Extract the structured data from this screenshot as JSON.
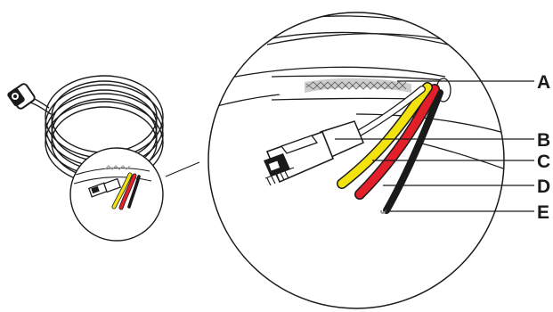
{
  "colors": {
    "outline": "#1a1a1a",
    "cable_fill": "#ffffff",
    "shield_gray": "#b8b8b8",
    "wire_yellow": "#f2e30f",
    "wire_red": "#e3202a",
    "wire_black": "#1a1a1a",
    "wire_drain": "#9a9a9a",
    "jack_fill": "#ffffff"
  },
  "icons": {
    "coiled_cable": "coiled-cable-icon",
    "rj45_plug": "rj45-connector-icon",
    "round_connector": "round-connector-icon"
  },
  "callouts": [
    {
      "id": "A",
      "label": "A",
      "part": "shield-braid"
    },
    {
      "id": "B",
      "label": "B",
      "part": "rj45-plug"
    },
    {
      "id": "C",
      "label": "C",
      "part": "yellow-wire"
    },
    {
      "id": "D",
      "label": "D",
      "part": "red-wire"
    },
    {
      "id": "E",
      "label": "E",
      "part": "black-wire"
    }
  ]
}
